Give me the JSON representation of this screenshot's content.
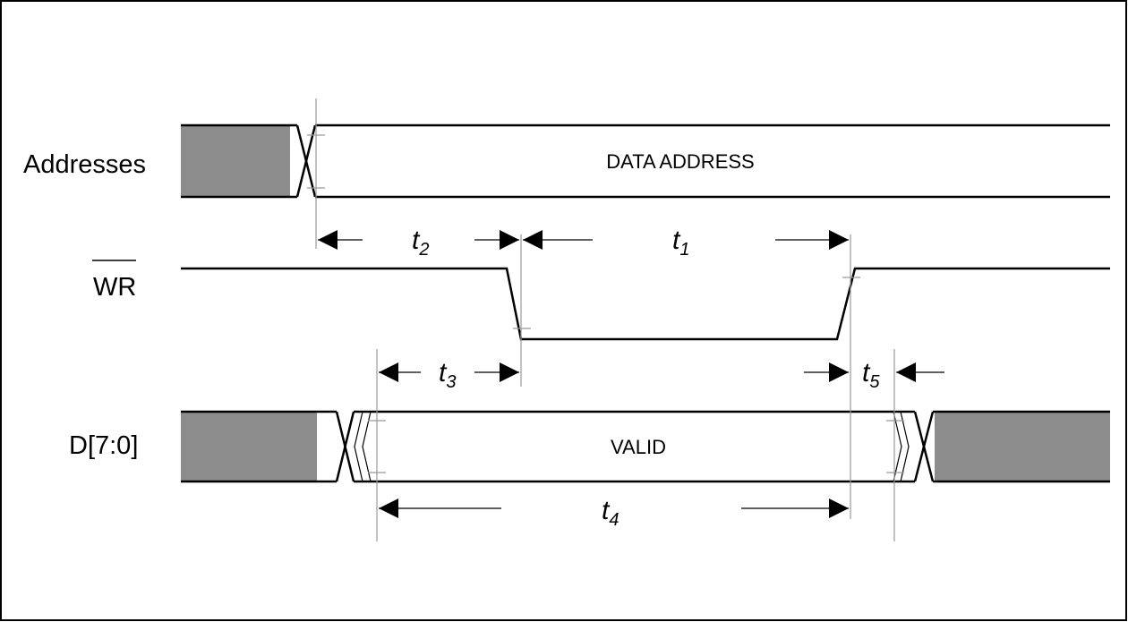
{
  "signals": {
    "addresses": "Addresses",
    "wr": "WR",
    "data": "D[7:0]"
  },
  "bus_values": {
    "address": "DATA ADDRESS",
    "data": "VALID"
  },
  "timings": {
    "t1": {
      "base": "t",
      "sub": "1"
    },
    "t2": {
      "base": "t",
      "sub": "2"
    },
    "t3": {
      "base": "t",
      "sub": "3"
    },
    "t4": {
      "base": "t",
      "sub": "4"
    },
    "t5": {
      "base": "t",
      "sub": "5"
    }
  },
  "colors": {
    "invalid_fill": "#8c8c8c",
    "line": "#000000",
    "guide": "#999999"
  },
  "features": {
    "wr_active_low": true
  }
}
